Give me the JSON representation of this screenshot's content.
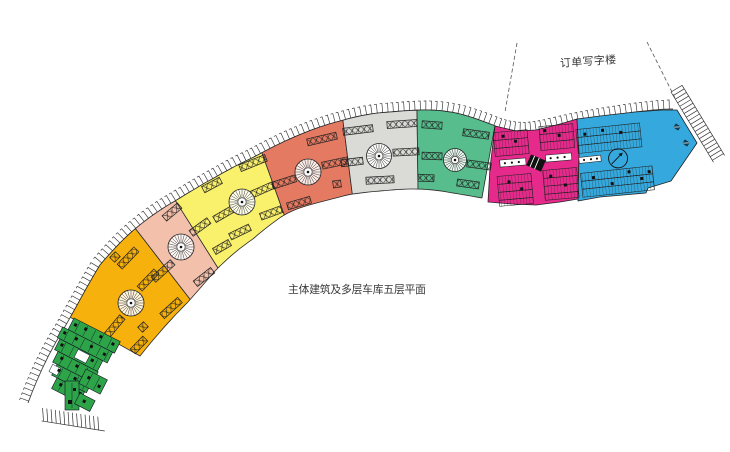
{
  "page": {
    "background": "#ffffff"
  },
  "labels": {
    "main_title": "主体建筑及多层车库五层平面",
    "zone_label": "订单写字楼"
  },
  "colors": {
    "orange": "#F7B10C",
    "pale_salmon": "#F3C0AC",
    "yellow": "#F9F06B",
    "salmon": "#E57A62",
    "gray": "#DADAD6",
    "mint_green": "#57BD8C",
    "magenta": "#E62A8C",
    "blue": "#35A9DE",
    "building_green": "#2EA449",
    "line": "#333333",
    "text": "#3a3a3a"
  },
  "plan": {
    "ribbon_sections": [
      {
        "id": "section-a",
        "color": "orange"
      },
      {
        "id": "section-b",
        "color": "pale_salmon"
      },
      {
        "id": "section-c",
        "color": "yellow"
      },
      {
        "id": "section-d",
        "color": "salmon"
      },
      {
        "id": "section-e",
        "color": "gray"
      },
      {
        "id": "section-f",
        "color": "mint_green"
      }
    ],
    "end_blocks": [
      {
        "id": "parking-block-west",
        "color": "magenta"
      },
      {
        "id": "parking-block-east",
        "color": "blue"
      }
    ],
    "annex": {
      "id": "annex-building",
      "color": "building_green"
    }
  }
}
